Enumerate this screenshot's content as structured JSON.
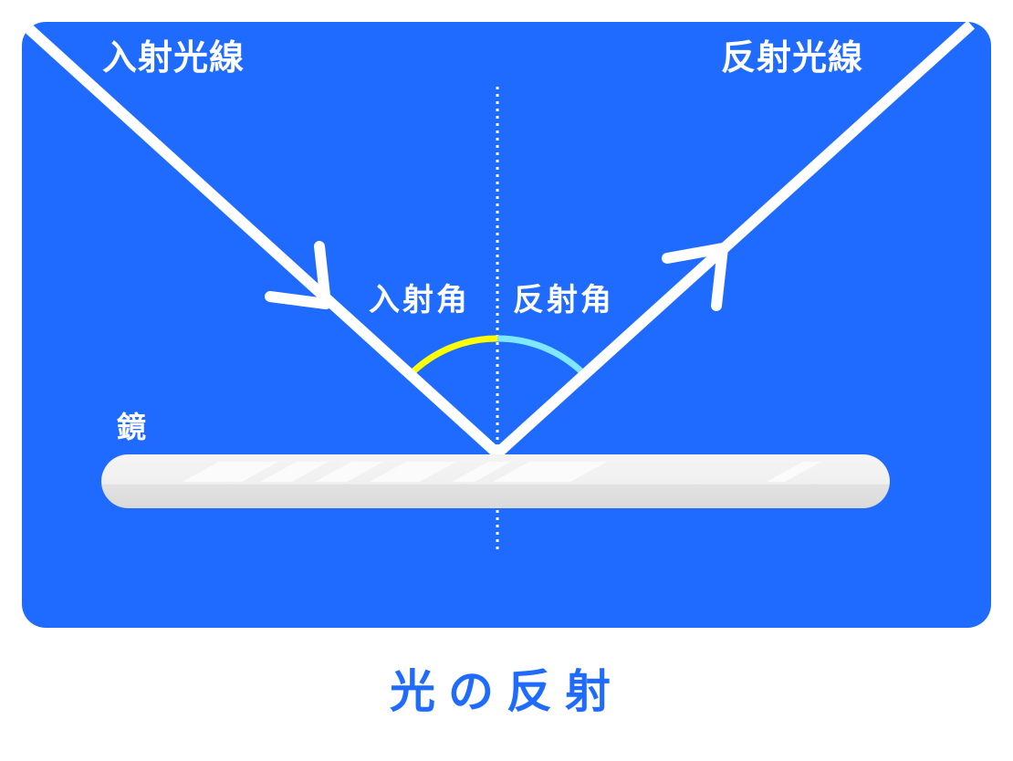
{
  "labels": {
    "incident_ray": "入射光線",
    "reflected_ray": "反射光線",
    "incidence_angle": "入射角",
    "reflection_angle": "反射角",
    "mirror": "鏡"
  },
  "title": "光の反射",
  "colors": {
    "background_panel": "#1f6bff",
    "ray": "#ffffff",
    "incidence_angle_arc": "#ffff00",
    "reflection_angle_arc": "#7fe8ff",
    "mirror": "#eeeeee",
    "title": "#1f6bff"
  }
}
